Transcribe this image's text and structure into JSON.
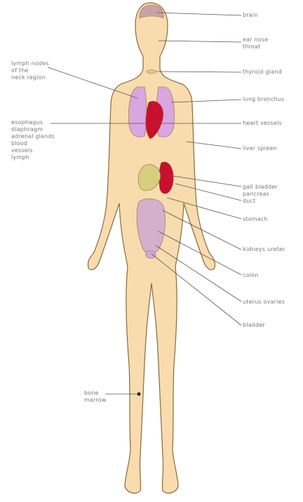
{
  "diagram": {
    "colors": {
      "skin": "#f8dcae",
      "outline": "#8a6a3a",
      "lung": "#d9a6e0",
      "heart": "#c8102e",
      "liver": "#c8102e",
      "stomach": "#d8cf7e",
      "intestine": "#d4b0cc",
      "brain": "#c9a2a8",
      "leader": "#555555"
    },
    "labels_right": [
      {
        "text": "brain"
      },
      {
        "text": "ear nose\nthroat"
      },
      {
        "text": "thyroid gland"
      },
      {
        "text": "lung bronchus"
      },
      {
        "text": "heart vessels"
      },
      {
        "text": "liver spleen"
      },
      {
        "text": "gall bladder\npancreas\nduct"
      },
      {
        "text": "stomach"
      },
      {
        "text": "kidneys ureter"
      },
      {
        "text": "colon"
      },
      {
        "text": "uterus ovaries"
      },
      {
        "text": "bladder"
      }
    ],
    "labels_left": [
      {
        "text": "lymph nodes\nof the\nneck region"
      },
      {
        "text": "esophagus\ndiaphragm\nadrenal glands\nblood\nvessels\nlymph"
      },
      {
        "text": "bone\nmarrow"
      }
    ]
  }
}
